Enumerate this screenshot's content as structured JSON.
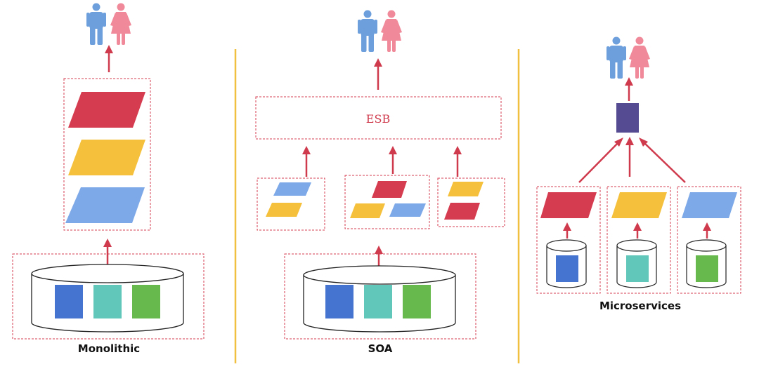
{
  "colors": {
    "red": "#d63c4f",
    "yellow": "#f5c13d",
    "blue": "#7ea9e8",
    "db_blue": "#4474d0",
    "db_teal": "#62c7bb",
    "db_green": "#67b84d",
    "purple": "#544b93",
    "divider": "#f0c040",
    "arrow": "#cf3a4c",
    "male_icon": "#6d9fdc",
    "female_icon": "#f08a9a"
  },
  "sections": {
    "monolithic": {
      "label": "Monolithic"
    },
    "soa": {
      "label": "SOA",
      "bus_label": "ESB"
    },
    "microservices": {
      "label": "Microservices"
    }
  },
  "icons": [
    "male-user-icon",
    "female-user-icon",
    "database-icon",
    "service-icon",
    "gateway-icon"
  ]
}
